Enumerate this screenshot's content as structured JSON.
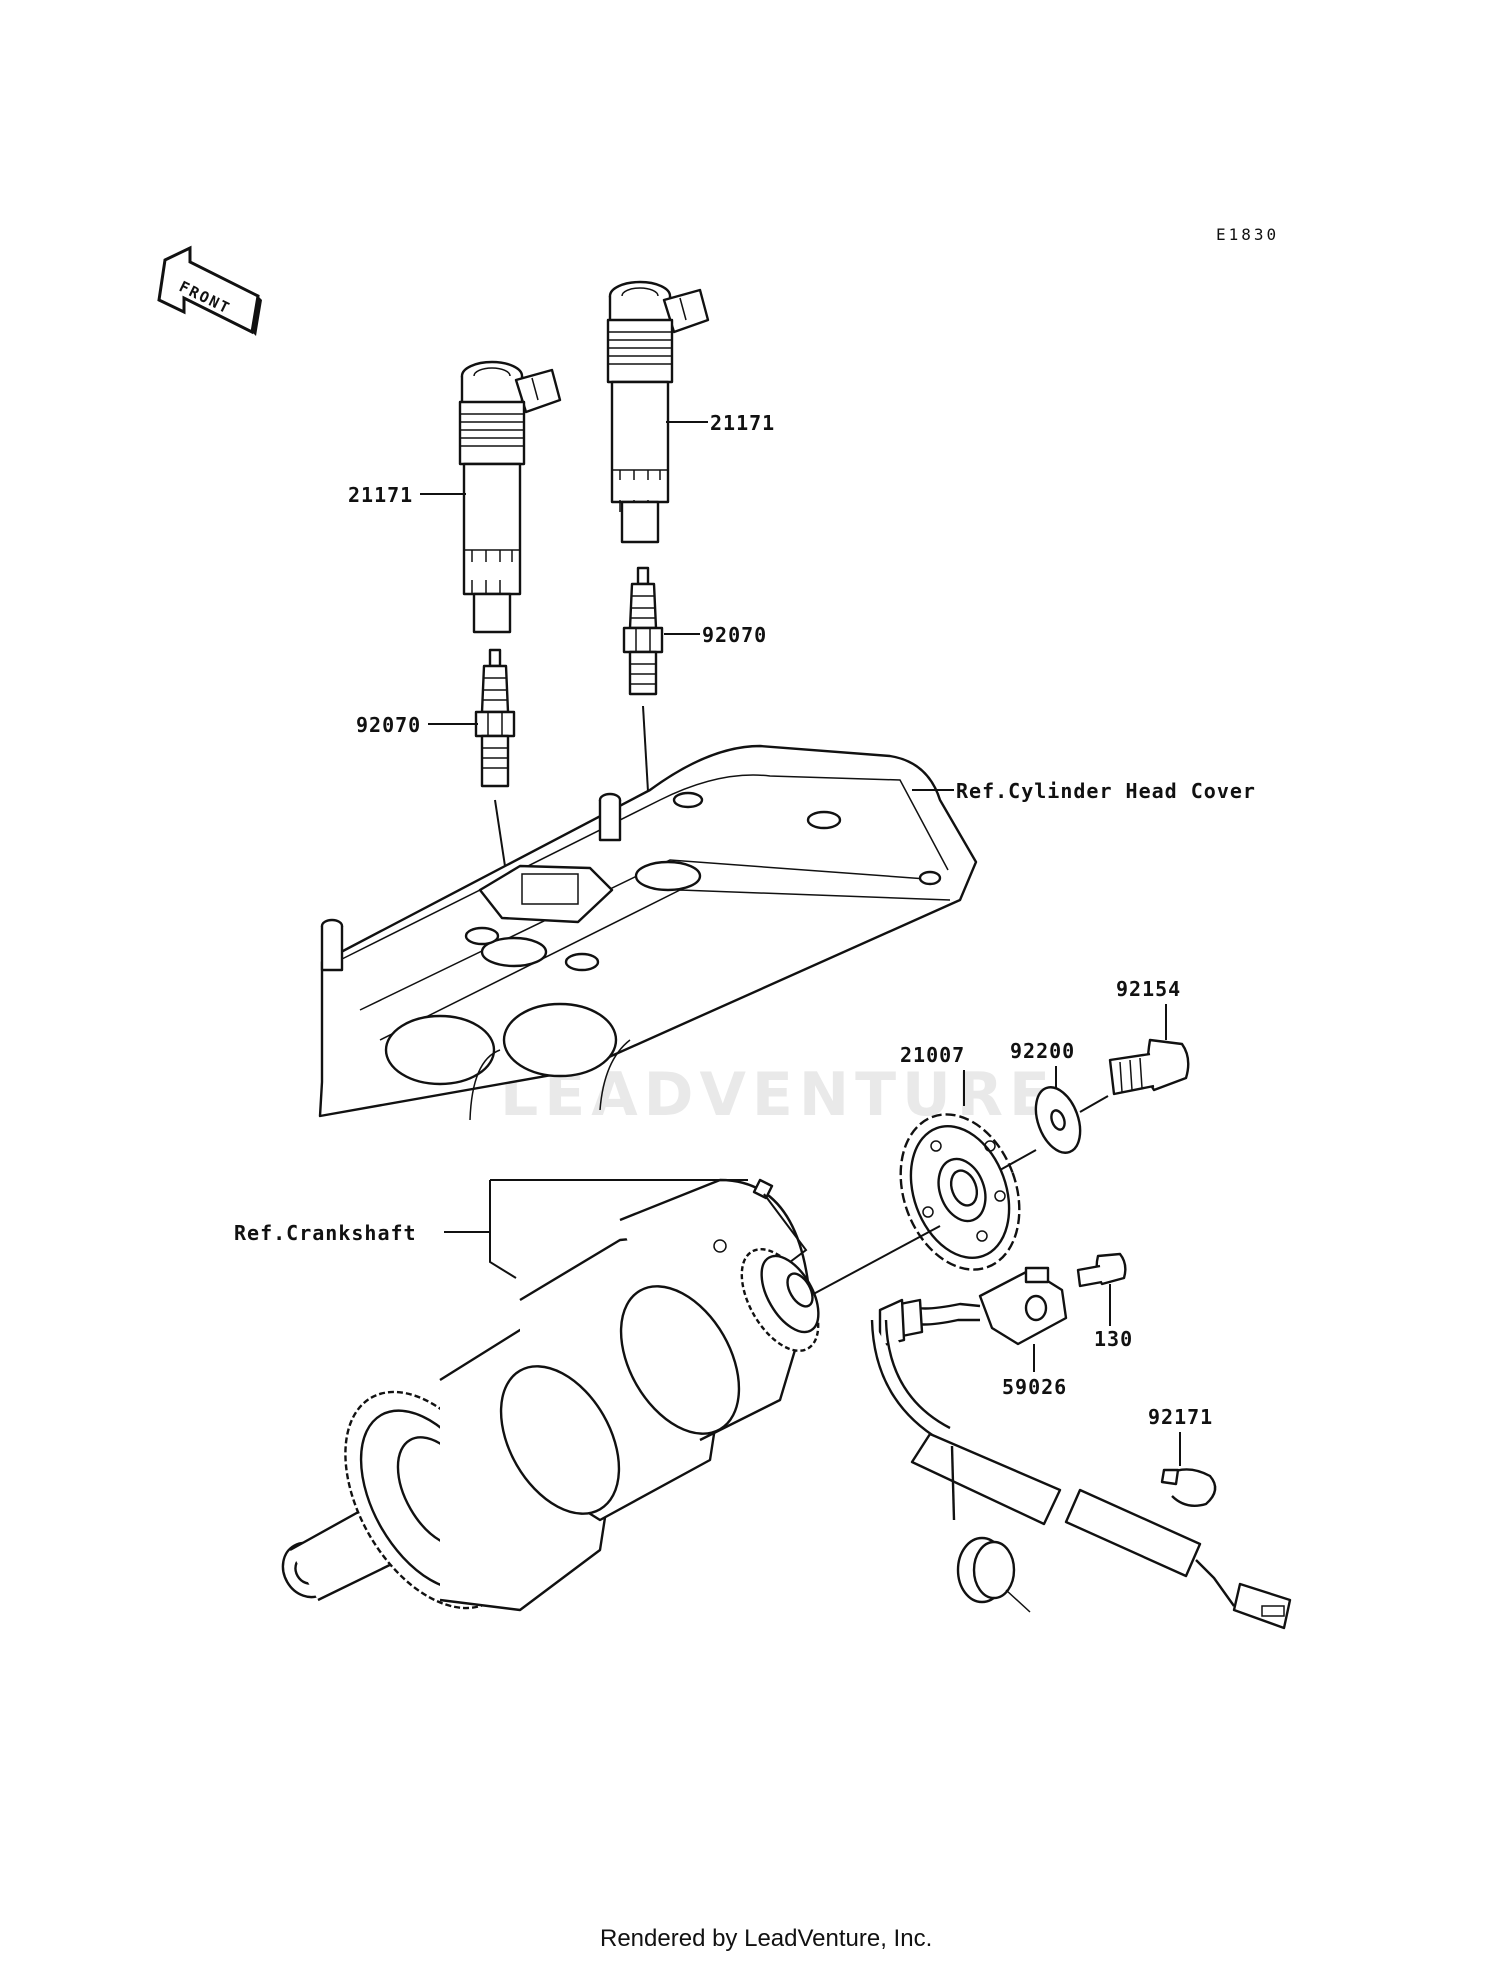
{
  "diagram_code": "E1830",
  "front_arrow_label": "FRONT",
  "watermark": "LEADVENTURE",
  "footer": "Rendered by LeadVenture, Inc.",
  "labels": {
    "coil_right": "21171",
    "coil_left": "21171",
    "plug_right": "92070",
    "plug_left": "92070",
    "head_cover": "Ref.Cylinder Head Cover",
    "bolt_top": "92154",
    "washer": "92200",
    "rotor": "21007",
    "crankshaft": "Ref.Crankshaft",
    "bolt_small": "130",
    "pickup": "59026",
    "clamp": "92171"
  }
}
